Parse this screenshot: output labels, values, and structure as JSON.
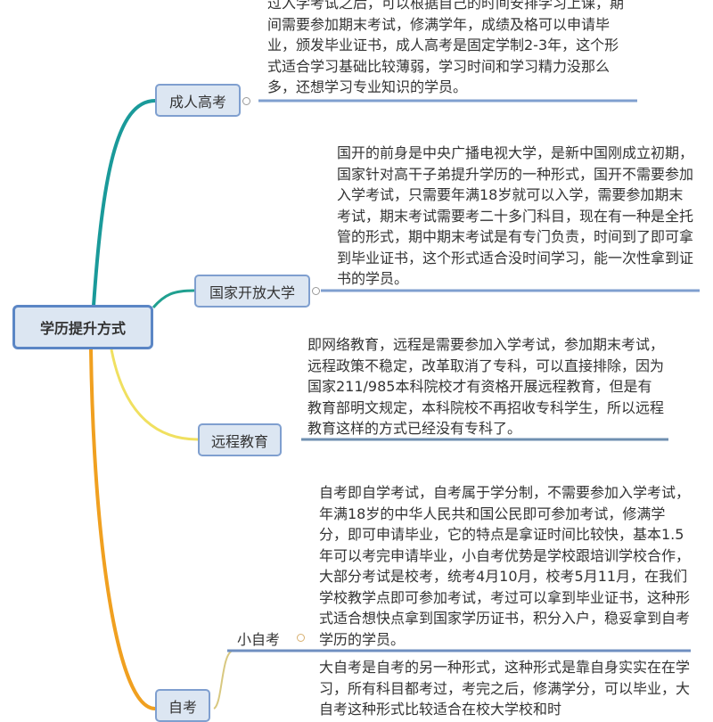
{
  "root": {
    "label": "学历提升方式"
  },
  "branches": [
    {
      "label": "成人高考",
      "text": "过入学考试之后，可以根据自己的时间安排学习上课，期间需要参加期末考试，修满学年，成绩及格可以申请毕业，颁发毕业证书，成人高考是固定学制2-3年，这个形式适合学习基础比较薄弱，学习时间和学习精力没那么多，还想学习专业知识的学员。"
    },
    {
      "label": "国家开放大学",
      "text": "国开的前身是中央广播电视大学，是新中国刚成立初期，国家针对高干子弟提升学历的一种形式，国开不需要参加入学考试，只需要年满18岁就可以入学，需要参加期末考试，期末考试需要考二十多门科目，现在有一种是全托管的形式，期中期末考试是有专门负责，时间到了即可拿到毕业证书，这个形式适合没时间学习，能一次性拿到证书的学员。"
    },
    {
      "label": "远程教育",
      "text": "即网络教育，远程是需要参加入学考试，参加期末考试，远程政策不稳定，改革取消了专科，可以直接排除，因为国家211/985本科院校才有资格开展远程教育，但是有教育部明文规定，本科院校不再招收专科学生，所以远程教育这样的方式已经没有专科了。"
    },
    {
      "label": "自考",
      "children": [
        {
          "label": "小自考",
          "text": "自考即自学考试，自考属于学分制，不需要参加入学考试，年满18岁的中华人民共和国公民即可参加考试，修满学分，即可申请毕业，它的特点是拿证时间比较快，基本1.5年可以考完申请毕业，小自考优势是学校跟培训学校合作，大部分考试是校考，统考4月10月，校考5月11月，在我们学校教学点即可参加考试，考过可以拿到毕业证书，这种形式适合想快点拿到国家学历证书，积分入户，稳妥拿到自考学历的学员。"
        },
        {
          "label": "大自考",
          "text": "大自考是自考的另一种形式，这种形式是靠自身实实在在学习，所有科目都考过，考完之后，修满学分，可以毕业，大自考这种形式比较适合在校大学校和时"
        }
      ]
    }
  ]
}
